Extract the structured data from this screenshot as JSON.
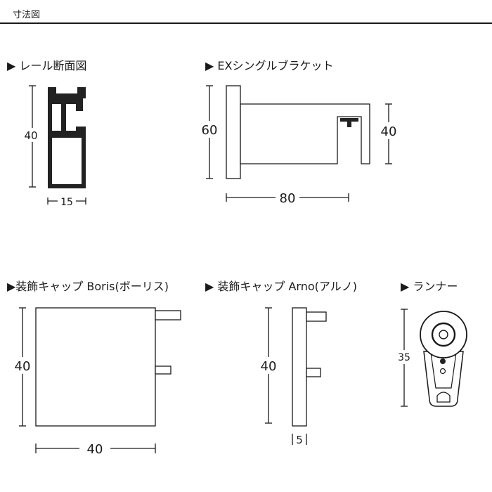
{
  "header": {
    "title": "寸法図"
  },
  "sections": {
    "rail": {
      "label": "▶ レール断面図",
      "dim_height": "40",
      "dim_width": "15"
    },
    "bracket": {
      "label": "▶ EXシングルブラケット",
      "dim_height_left": "60",
      "dim_height_right": "40",
      "dim_width": "80"
    },
    "cap_boris": {
      "label": "▶装飾キャップ Boris(ボーリス)",
      "dim_height": "40",
      "dim_width": "40"
    },
    "cap_arno": {
      "label": "▶ 装飾キャップ Arno(アルノ)",
      "dim_height": "40",
      "dim_width": "5"
    },
    "runner": {
      "label": "▶ ランナー",
      "dim_height": "35"
    }
  },
  "colors": {
    "line": "#1a1a1a",
    "fill_dark": "#222222",
    "background": "#ffffff"
  }
}
